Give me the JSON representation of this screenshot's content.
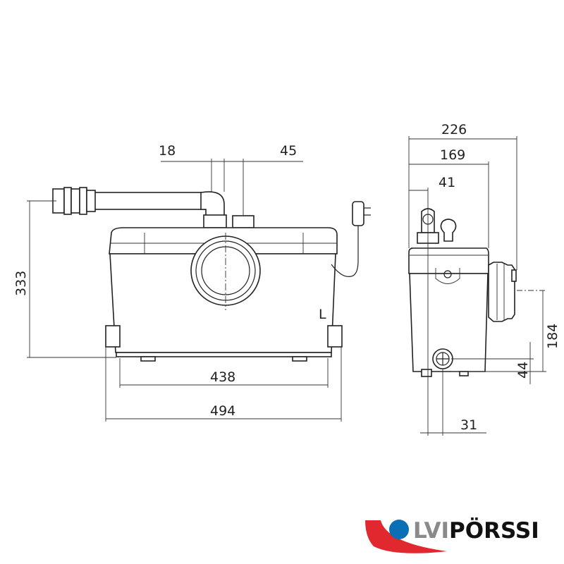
{
  "front_view": {
    "dim_18": "18",
    "dim_45": "45",
    "dim_333": "333",
    "dim_438": "438",
    "dim_494": "494"
  },
  "side_view": {
    "dim_226": "226",
    "dim_169": "169",
    "dim_41": "41",
    "dim_184": "184",
    "dim_44": "44",
    "dim_31": "31"
  },
  "logo": {
    "part1": "LVI",
    "part2": "PÖRSSI",
    "colors": {
      "red": "#e0282e",
      "blue": "#0a6fb4",
      "gray": "#8a8a8a",
      "black": "#111111"
    }
  }
}
